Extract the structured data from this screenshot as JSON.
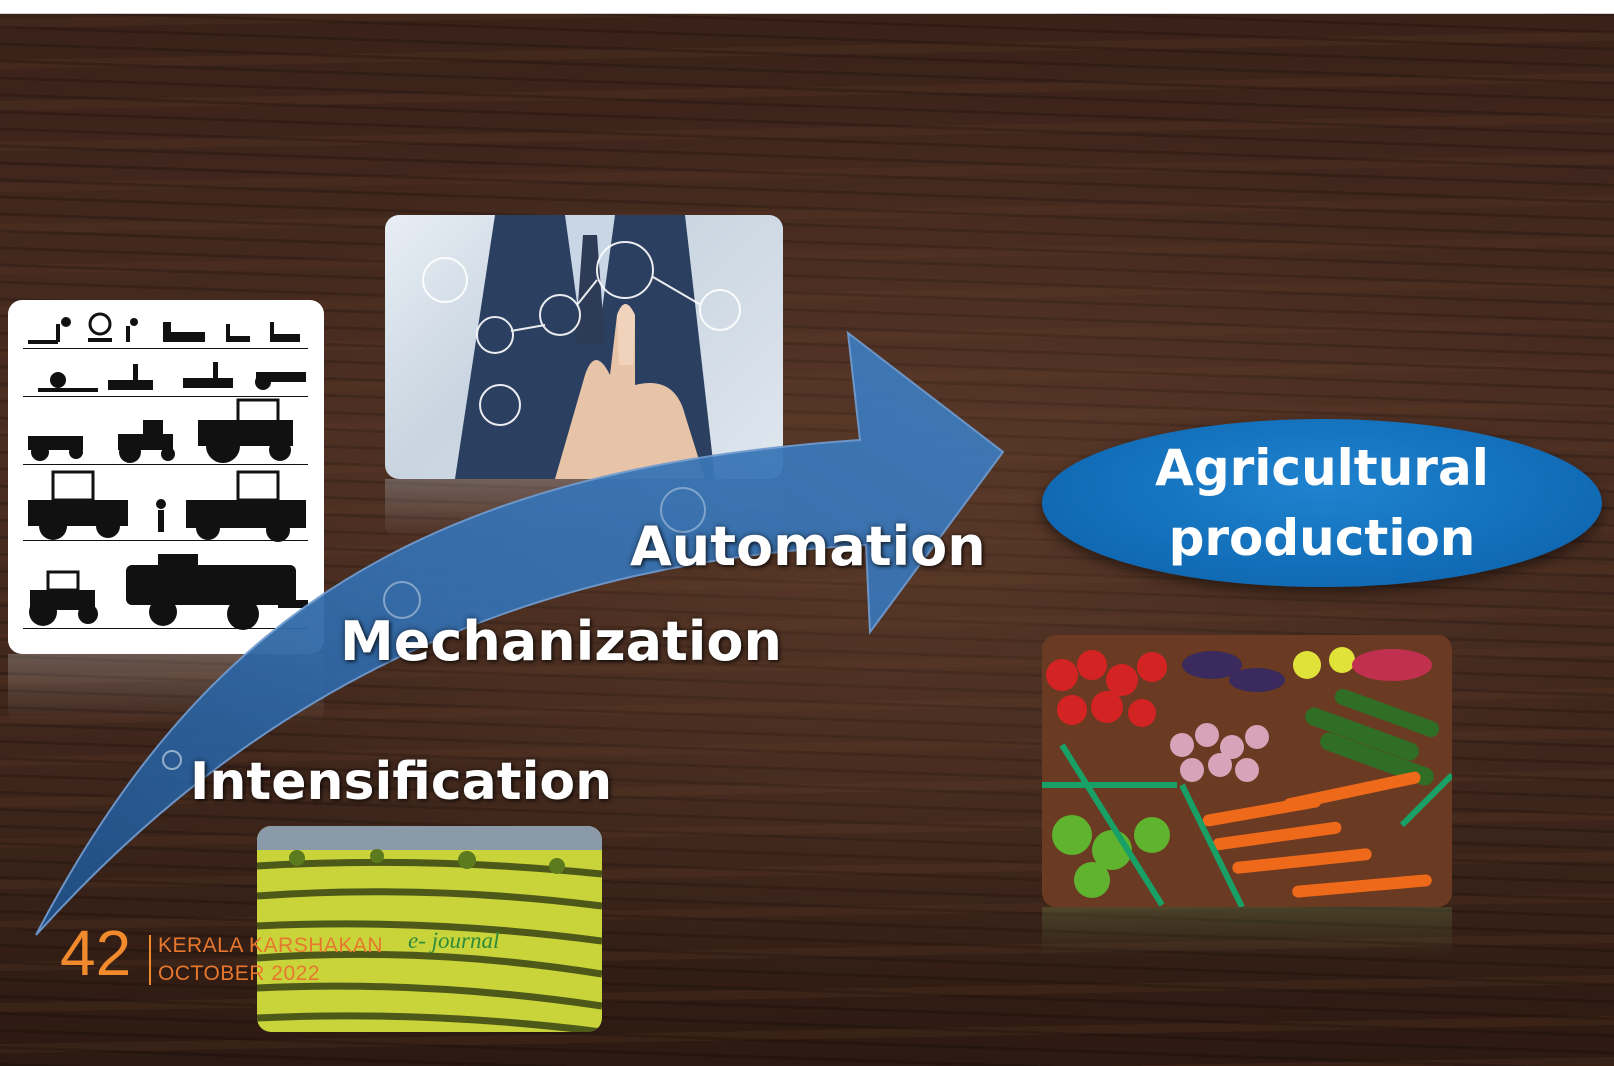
{
  "stages": {
    "intensification": "Intensification",
    "mechanization": "Mechanization",
    "automation": "Automation"
  },
  "outcome": {
    "line1": "Agricultural",
    "line2": "production"
  },
  "footer": {
    "page_number": "42",
    "publication": "KERALA KARSHAKAN",
    "journal_tag": "e- journal",
    "issue": "OCTOBER 2022"
  },
  "colors": {
    "arrow_blue": "#2f6aa8",
    "ellipse_blue": "#0e66b0",
    "footer_orange": "#f08a2c",
    "footer_green": "#2e8b3a",
    "wood_brown": "#3a2219"
  },
  "images": {
    "machinery": "farm-machinery-silhouettes-icon",
    "automation": "touchscreen-hand-icon",
    "terraces": "rice-terraces-photo",
    "vegetables": "vegetable-market-photo"
  }
}
